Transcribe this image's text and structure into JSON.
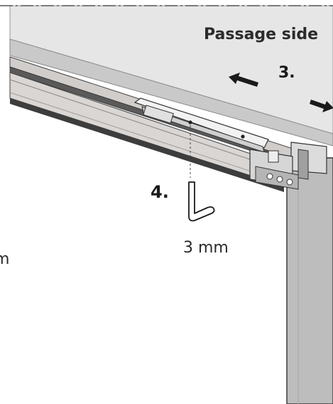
{
  "diagram": {
    "side_label": "Passage side",
    "step_3": "3.",
    "step_4": "4.",
    "tool_size": "3 mm",
    "cut_label": "m"
  },
  "colors": {
    "ceiling": "#e6e6e6",
    "wall": "#bfbfbf",
    "rail_face": "#d9d6d3",
    "rail_dark": "#4d4d4d",
    "ink": "#1a1a1a"
  },
  "icons": [
    "left-arrow-icon",
    "right-arrow-icon",
    "hex-key-icon"
  ]
}
